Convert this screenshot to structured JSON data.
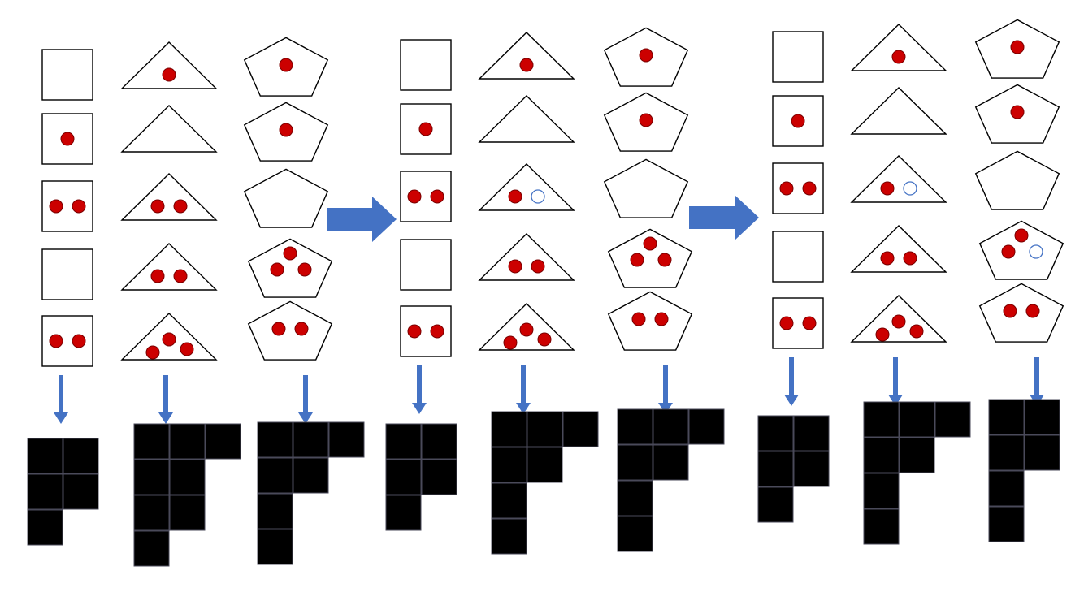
{
  "colors": {
    "background": "#ffffff",
    "outline": "#000000",
    "dot_fill": "#cc0000",
    "hollow_dot_stroke": "#4472c4",
    "arrow": "#4472c4",
    "block_fill": "#000000",
    "block_edge": "#4a4a5a"
  },
  "panels": [
    {
      "columns": [
        {
          "shape": "square",
          "items": [
            {
              "filled": 0,
              "hollow": 0
            },
            {
              "filled": 1,
              "hollow": 0
            },
            {
              "filled": 2,
              "hollow": 0
            },
            {
              "filled": 0,
              "hollow": 0
            },
            {
              "filled": 2,
              "hollow": 0
            }
          ],
          "blocks": [
            2,
            2,
            1
          ]
        },
        {
          "shape": "triangle",
          "items": [
            {
              "filled": 1,
              "hollow": 0
            },
            {
              "filled": 0,
              "hollow": 0
            },
            {
              "filled": 2,
              "hollow": 0
            },
            {
              "filled": 2,
              "hollow": 0
            },
            {
              "filled": 3,
              "hollow": 0
            }
          ],
          "blocks": [
            3,
            2,
            2,
            1
          ]
        },
        {
          "shape": "pentagon",
          "items": [
            {
              "filled": 1,
              "hollow": 0
            },
            {
              "filled": 1,
              "hollow": 0
            },
            {
              "filled": 0,
              "hollow": 0
            },
            {
              "filled": 3,
              "hollow": 0
            },
            {
              "filled": 2,
              "hollow": 0
            }
          ],
          "blocks": [
            3,
            2,
            1,
            1
          ]
        }
      ]
    },
    {
      "columns": [
        {
          "shape": "square",
          "items": [
            {
              "filled": 0,
              "hollow": 0
            },
            {
              "filled": 1,
              "hollow": 0
            },
            {
              "filled": 2,
              "hollow": 0
            },
            {
              "filled": 0,
              "hollow": 0
            },
            {
              "filled": 2,
              "hollow": 0
            }
          ],
          "blocks": [
            2,
            2,
            1
          ]
        },
        {
          "shape": "triangle",
          "items": [
            {
              "filled": 1,
              "hollow": 0
            },
            {
              "filled": 0,
              "hollow": 0
            },
            {
              "filled": 1,
              "hollow": 1
            },
            {
              "filled": 2,
              "hollow": 0
            },
            {
              "filled": 3,
              "hollow": 0
            }
          ],
          "blocks": [
            3,
            2,
            1,
            1
          ]
        },
        {
          "shape": "pentagon",
          "items": [
            {
              "filled": 1,
              "hollow": 0
            },
            {
              "filled": 1,
              "hollow": 0
            },
            {
              "filled": 0,
              "hollow": 0
            },
            {
              "filled": 3,
              "hollow": 0
            },
            {
              "filled": 2,
              "hollow": 0
            }
          ],
          "blocks": [
            3,
            2,
            1,
            1
          ]
        }
      ]
    },
    {
      "columns": [
        {
          "shape": "square",
          "items": [
            {
              "filled": 0,
              "hollow": 0
            },
            {
              "filled": 1,
              "hollow": 0
            },
            {
              "filled": 2,
              "hollow": 0
            },
            {
              "filled": 0,
              "hollow": 0
            },
            {
              "filled": 2,
              "hollow": 0
            }
          ],
          "blocks": [
            2,
            2,
            1
          ]
        },
        {
          "shape": "triangle",
          "items": [
            {
              "filled": 1,
              "hollow": 0
            },
            {
              "filled": 0,
              "hollow": 0
            },
            {
              "filled": 1,
              "hollow": 1
            },
            {
              "filled": 2,
              "hollow": 0
            },
            {
              "filled": 3,
              "hollow": 0
            }
          ],
          "blocks": [
            3,
            2,
            1,
            1
          ]
        },
        {
          "shape": "pentagon",
          "items": [
            {
              "filled": 1,
              "hollow": 0
            },
            {
              "filled": 1,
              "hollow": 0
            },
            {
              "filled": 0,
              "hollow": 0
            },
            {
              "filled": 2,
              "hollow": 1
            },
            {
              "filled": 2,
              "hollow": 0
            }
          ],
          "blocks": [
            2,
            2,
            1,
            1
          ]
        }
      ]
    }
  ]
}
